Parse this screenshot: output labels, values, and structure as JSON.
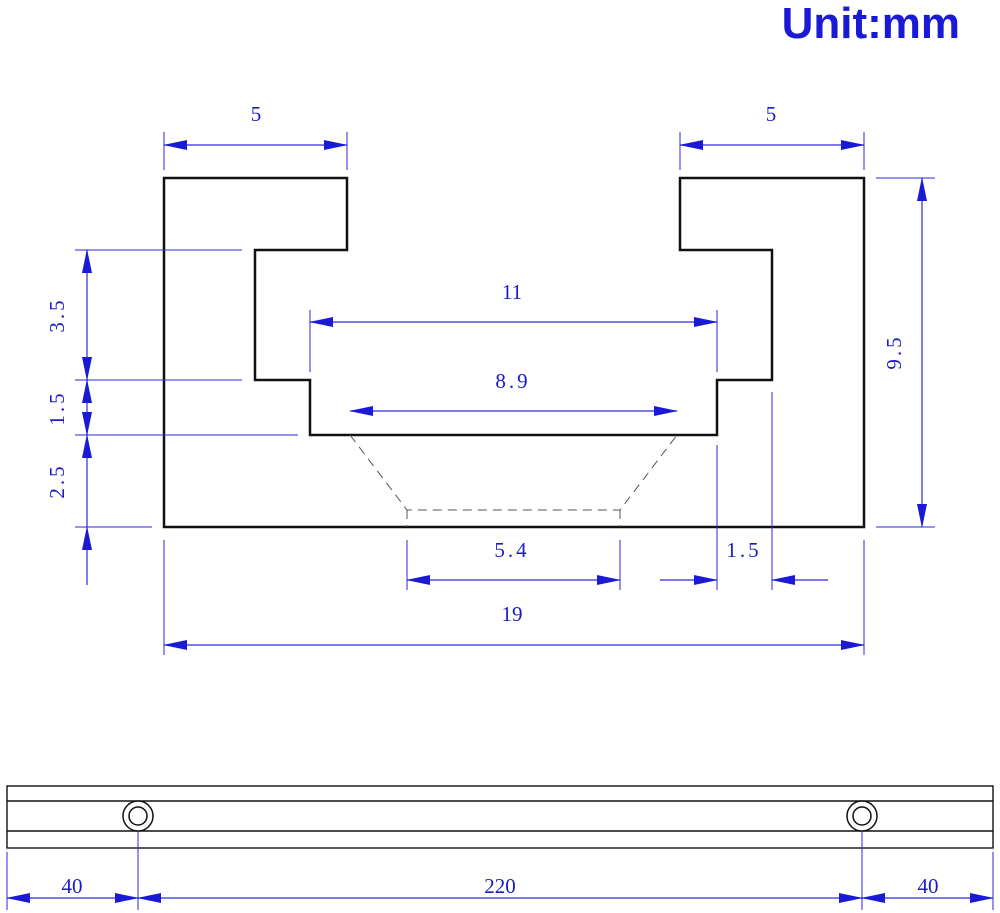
{
  "unit": "Unit:mm",
  "profile_dims": {
    "left_lip": "5",
    "right_lip": "5",
    "slot_top": "11",
    "slot_mid": "8.9",
    "slot_bottom": "5.4",
    "step_right": "1.5",
    "total_width": "19",
    "left_h1": "3.5",
    "left_h2": "1.5",
    "left_h3": "2.5",
    "total_height": "9.5"
  },
  "rail_dims": {
    "left_offset": "40",
    "hole_spacing": "220",
    "right_offset": "40"
  },
  "colors": {
    "dimension": "#1a1ad6",
    "outline": "#111111"
  }
}
